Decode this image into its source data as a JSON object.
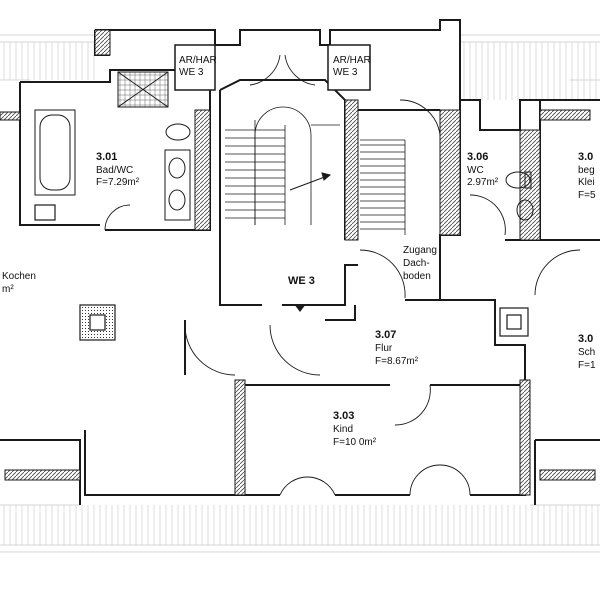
{
  "rooms": {
    "bad": {
      "number": "3.01",
      "name": "Bad/WC",
      "area": "F=7.29m²"
    },
    "wc": {
      "number": "3.06",
      "name": "WC",
      "area": "2.97m²"
    },
    "flur": {
      "number": "3.07",
      "name": "Flur",
      "area": "F=8.67m²"
    },
    "kind": {
      "number": "3.03",
      "name": "Kind",
      "area": "F=10  0m²"
    },
    "kochen": {
      "name_fragment": "Kochen",
      "area_fragment": "m²"
    },
    "right_top": {
      "number_fragment": "3.0",
      "name_fragment": "beg",
      "name2_fragment": "Klei",
      "area_fragment": "F=5"
    },
    "right_mid": {
      "number_fragment": "3.0",
      "name_fragment": "Sch",
      "area_fragment": "F=1"
    }
  },
  "shafts": [
    {
      "line1": "AR/HAR",
      "line2": "WE 3"
    },
    {
      "line1": "AR/HAR",
      "line2": "WE 3"
    }
  ],
  "entrance": {
    "label": "WE 3"
  },
  "attic_access": {
    "line1": "Zugang",
    "line2": "Dach-",
    "line3": "boden"
  },
  "colors": {
    "line": "#1a1a1a",
    "hatch": "#555555",
    "roof": "#bbbbbb",
    "background": "#ffffff"
  }
}
